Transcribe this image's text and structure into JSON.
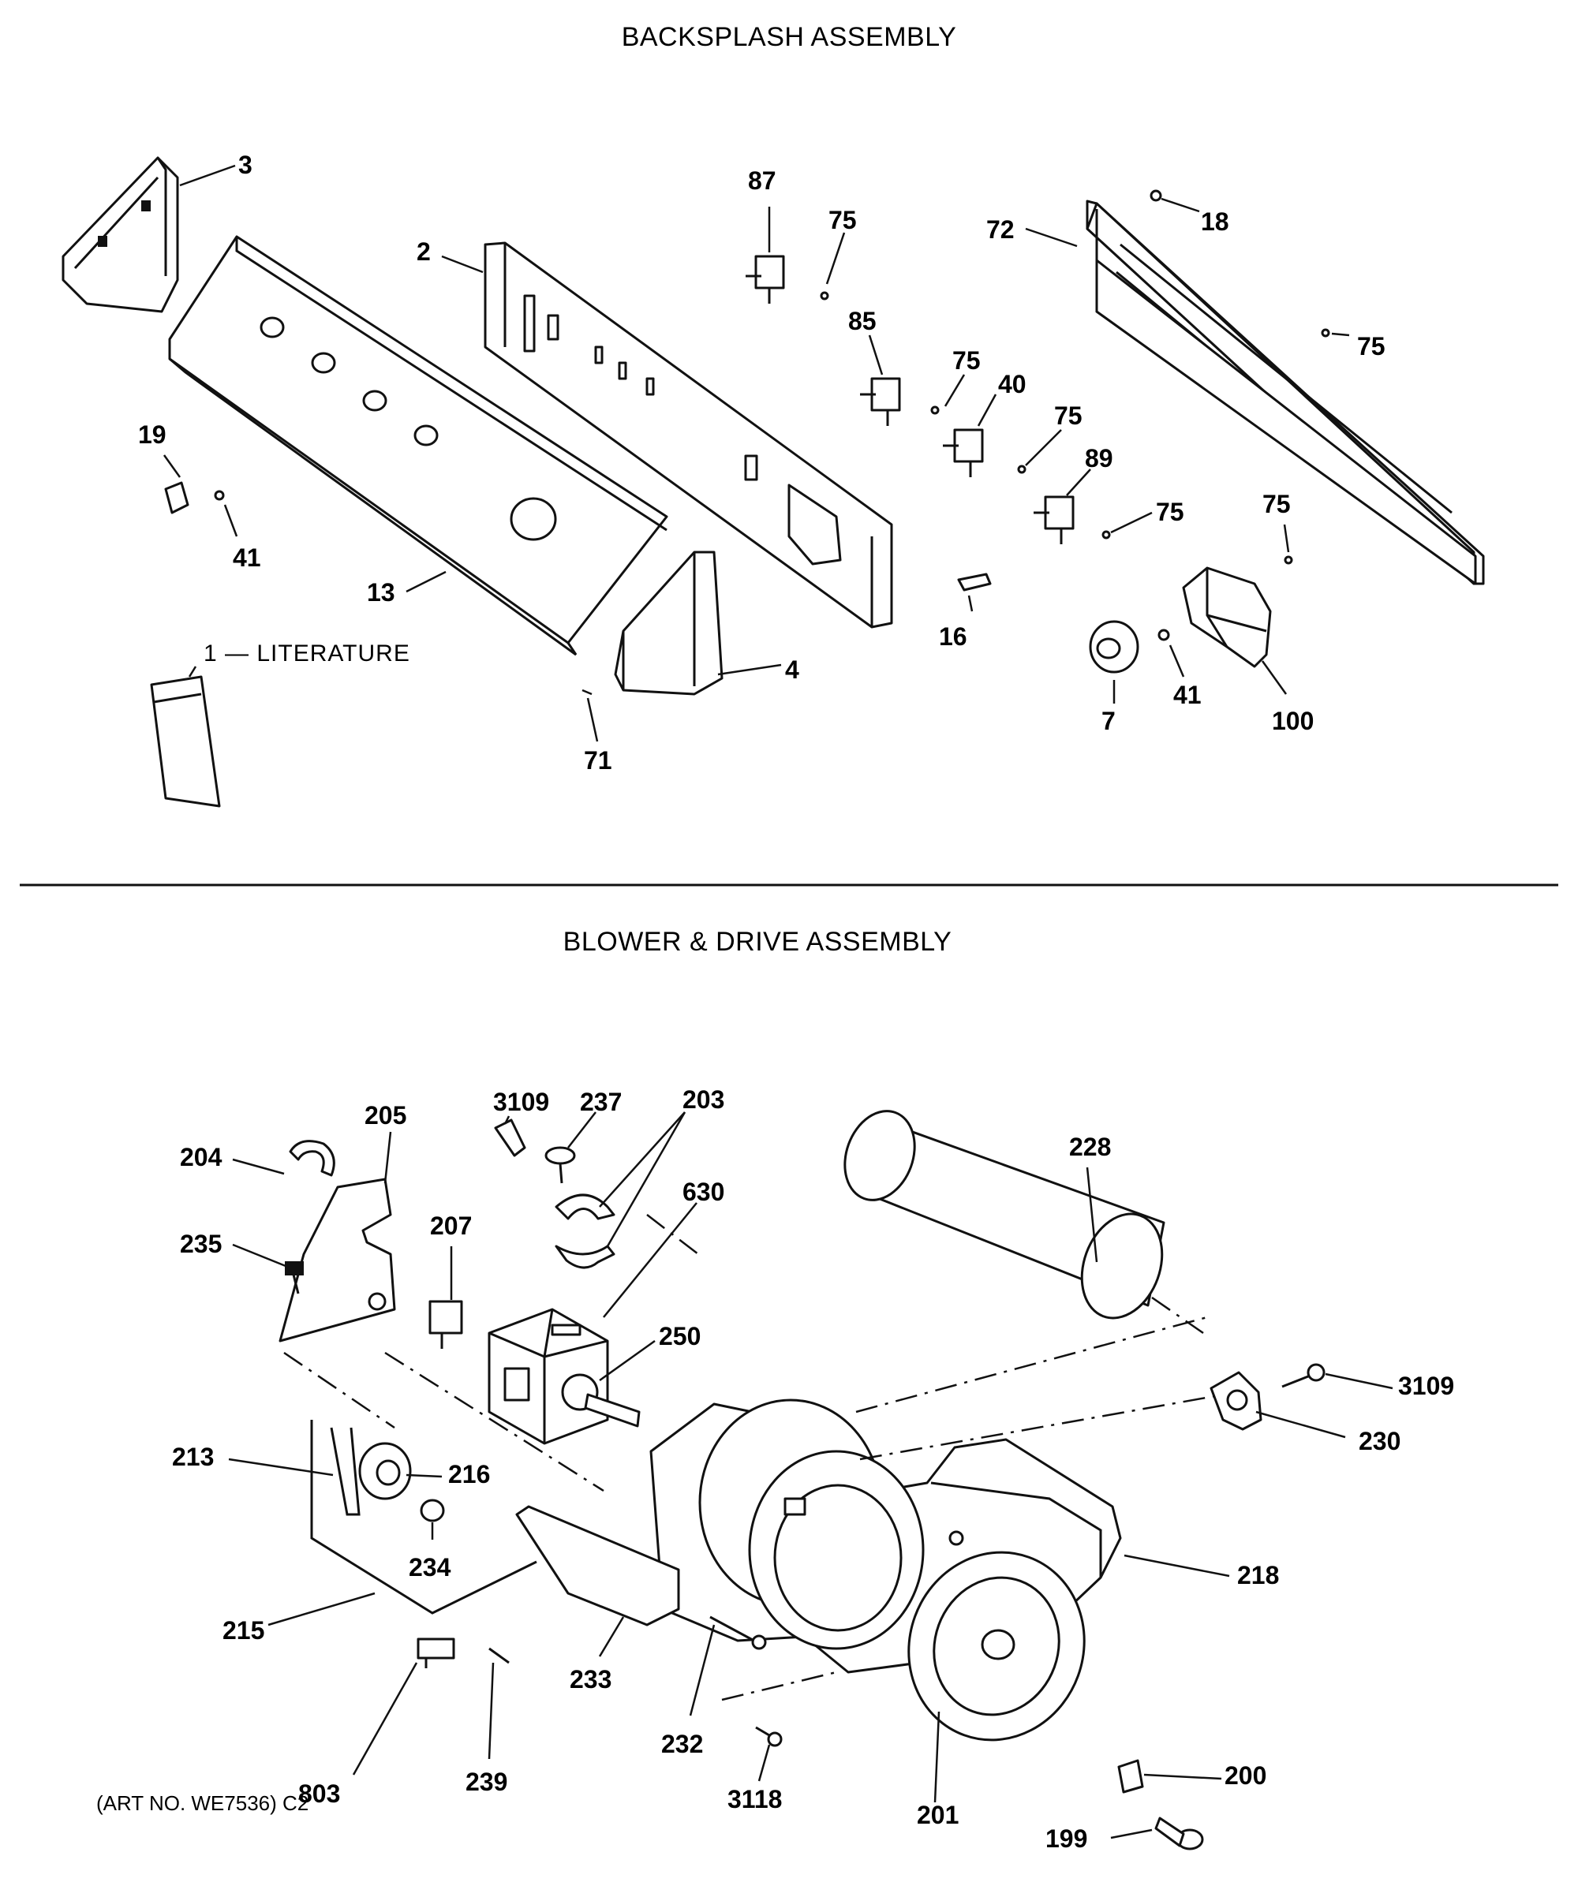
{
  "sections": {
    "backsplash_title": "BACKSPLASH ASSEMBLY",
    "blower_title": "BLOWER & DRIVE ASSEMBLY"
  },
  "art_number": "(ART NO. WE7536) C2",
  "backsplash_labels": {
    "p1": "1 — LITERATURE",
    "p2": "2",
    "p3": "3",
    "p4": "4",
    "p7": "7",
    "p13": "13",
    "p16": "16",
    "p18": "18",
    "p19": "19",
    "p40": "40",
    "p41a": "41",
    "p41b": "41",
    "p71": "71",
    "p72": "72",
    "p75a": "75",
    "p75b": "75",
    "p75c": "75",
    "p75d": "75",
    "p75e": "75",
    "p75f": "75",
    "p85": "85",
    "p87": "87",
    "p89": "89",
    "p100": "100"
  },
  "blower_labels": {
    "p199": "199",
    "p200": "200",
    "p201": "201",
    "p203": "203",
    "p204": "204",
    "p205": "205",
    "p207": "207",
    "p213": "213",
    "p215": "215",
    "p216": "216",
    "p218": "218",
    "p228": "228",
    "p230": "230",
    "p232": "232",
    "p233": "233",
    "p234": "234",
    "p235": "235",
    "p237": "237",
    "p239": "239",
    "p250": "250",
    "p3109a": "3109",
    "p3109b": "3109",
    "p3118": "3118",
    "p630": "630",
    "p803": "803"
  }
}
